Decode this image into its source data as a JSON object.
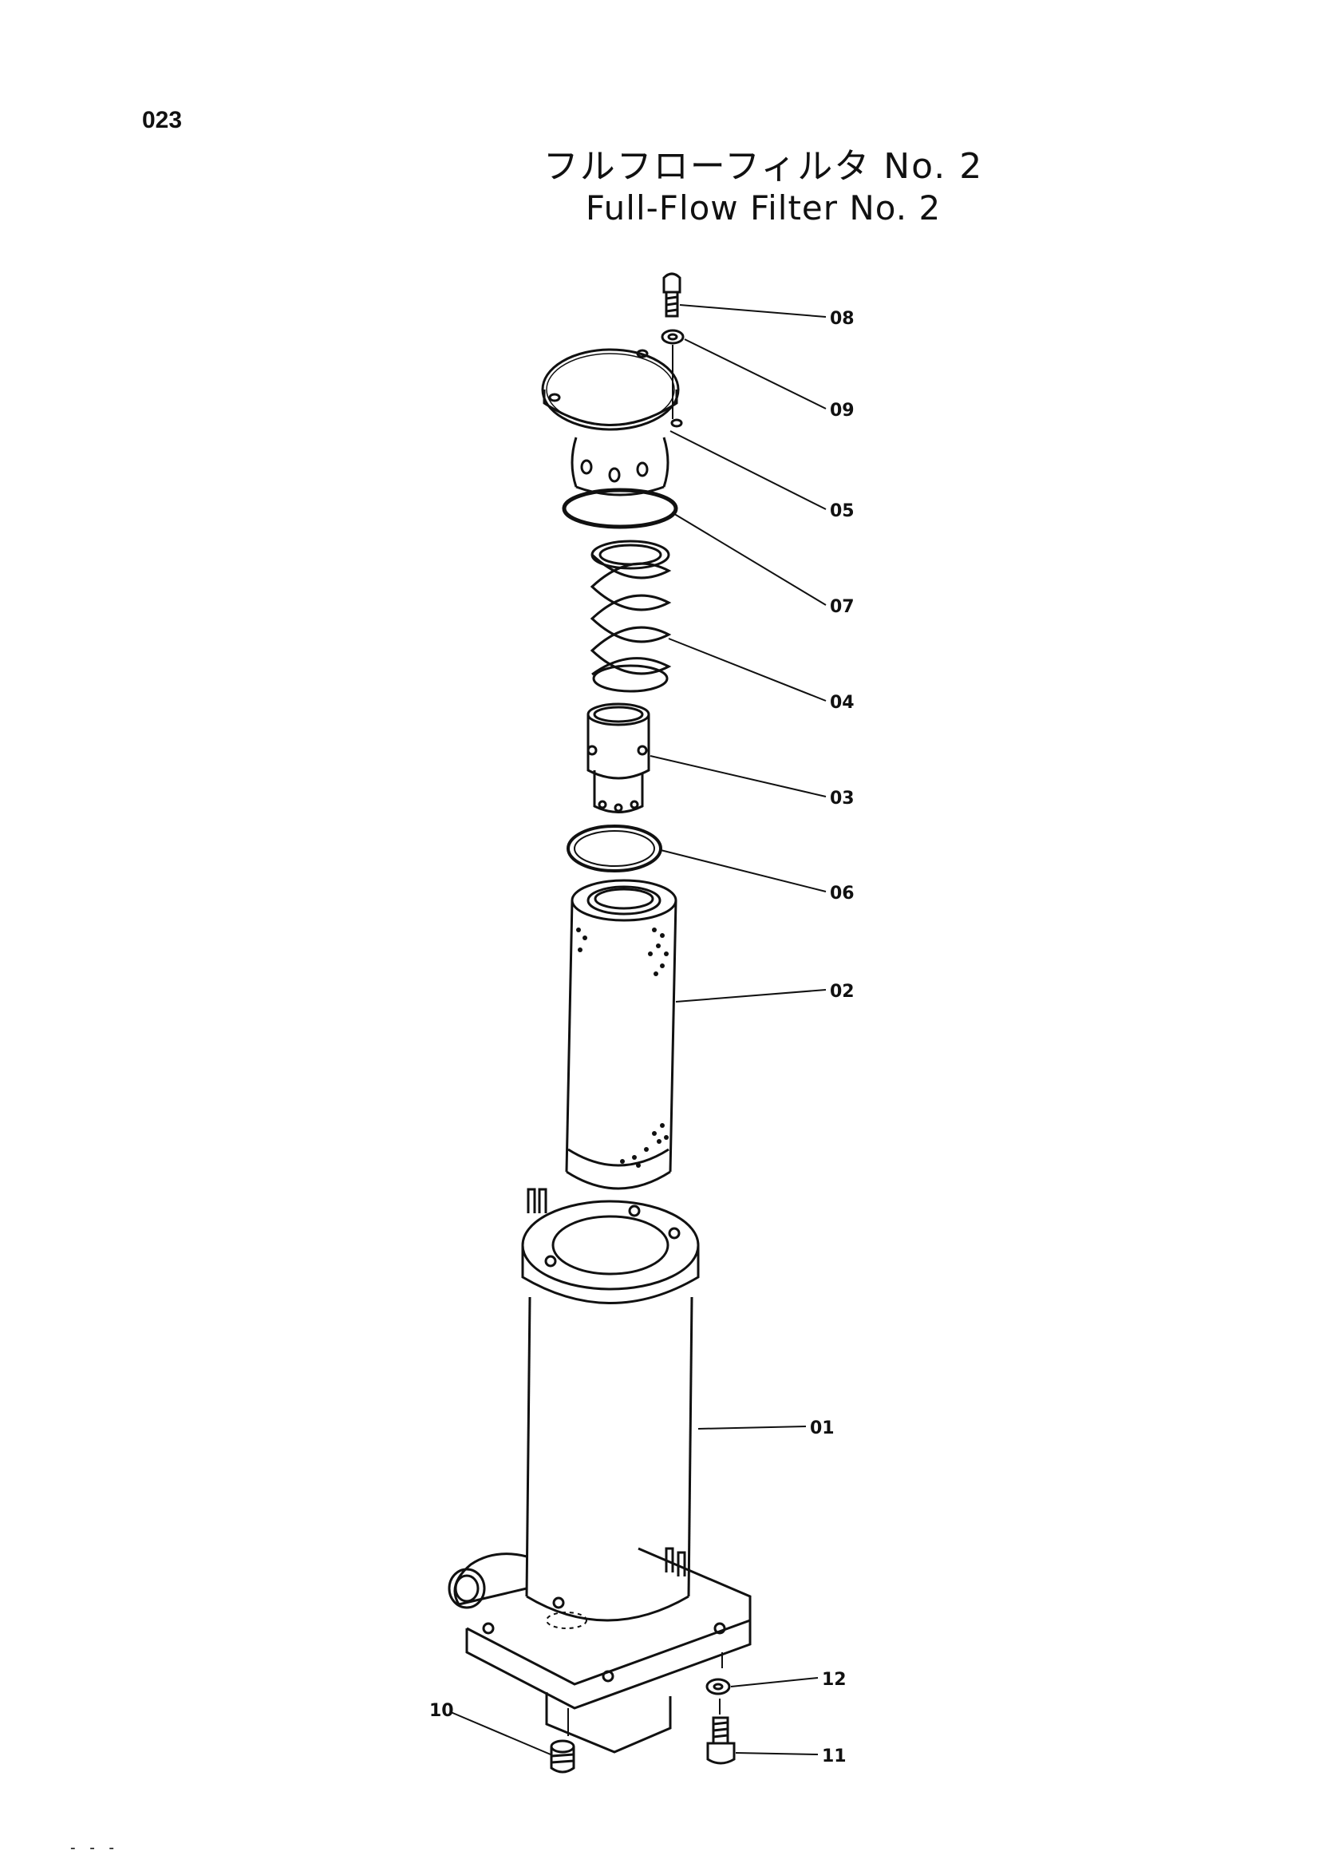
{
  "page": {
    "number": "023",
    "title_jp": "フルフローフィルタ No. 2",
    "title_en": "Full-Flow Filter No. 2",
    "footer_mark": "- - -"
  },
  "parts": [
    {
      "id": "p08",
      "label": "08"
    },
    {
      "id": "p09",
      "label": "09"
    },
    {
      "id": "p05",
      "label": "05"
    },
    {
      "id": "p07",
      "label": "07"
    },
    {
      "id": "p04",
      "label": "04"
    },
    {
      "id": "p03",
      "label": "03"
    },
    {
      "id": "p06",
      "label": "06"
    },
    {
      "id": "p02",
      "label": "02"
    },
    {
      "id": "p01",
      "label": "01"
    },
    {
      "id": "p12",
      "label": "12"
    },
    {
      "id": "p10",
      "label": "10"
    },
    {
      "id": "p11",
      "label": "11"
    }
  ]
}
